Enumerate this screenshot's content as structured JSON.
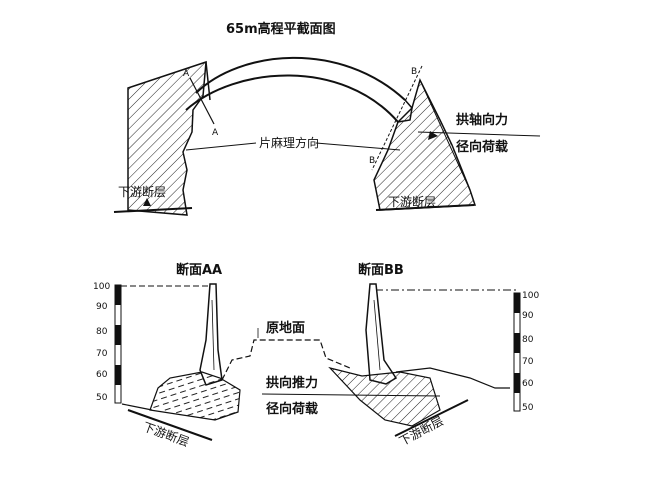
{
  "title": "65m高程平截面图",
  "plan": {
    "section_marker_a": "A",
    "section_marker_b": "B",
    "foliation_label": "片麻理方向",
    "thrust_label": "拱轴向力",
    "radial_label": "径向荷载",
    "fault_left": "下游断层",
    "fault_right": "下游断层"
  },
  "section_aa": {
    "title": "断面AA",
    "scale": [
      "100",
      "90",
      "80",
      "70",
      "60",
      "50"
    ],
    "fault_label": "下游断层"
  },
  "section_bb": {
    "title": "断面BB",
    "scale": [
      "100",
      "90",
      "80",
      "70",
      "60",
      "50"
    ],
    "fault_label": "下游断层"
  },
  "ground_label": "原地面",
  "thrust_label": "拱向推力",
  "radial_label": "径向荷载",
  "icons": [
    "arrow-up-icon",
    "arrow-right-icon"
  ]
}
